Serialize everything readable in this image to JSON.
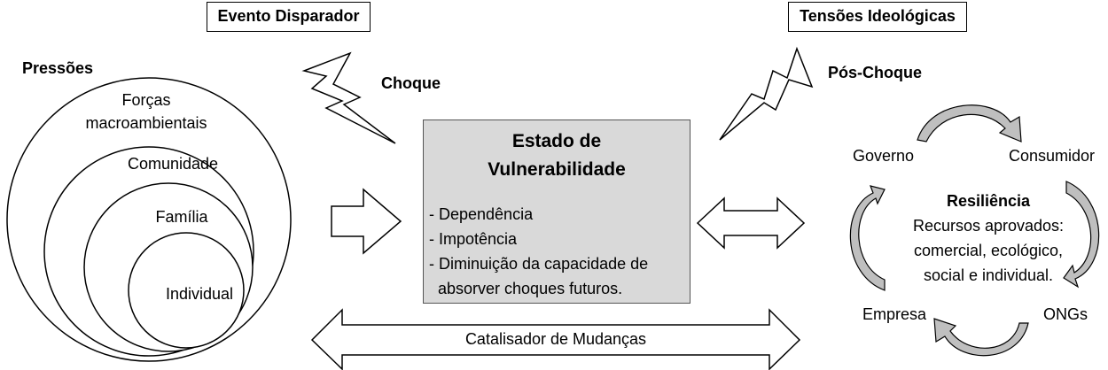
{
  "header": {
    "trigger_event": "Evento Disparador",
    "ideological_tensions": "Tensões Ideológicas"
  },
  "left": {
    "pressures": "Pressões",
    "circles": [
      {
        "label_lines": [
          "Forças",
          "macroambientais"
        ]
      },
      {
        "label_lines": [
          "Comunidade"
        ]
      },
      {
        "label_lines": [
          "Família"
        ]
      },
      {
        "label_lines": [
          "Individual"
        ]
      }
    ]
  },
  "shock": "Choque",
  "post_shock": "Pós-Choque",
  "state": {
    "title_lines": [
      "Estado de",
      "Vulnerabilidade"
    ],
    "items": [
      "- Dependência",
      "- Impotência",
      "- Diminuição da capacidade de",
      "  absorver choques futuros."
    ]
  },
  "catalyst": "Catalisador de Mudanças",
  "resilience": {
    "title": "Resiliência",
    "lines": [
      "Recursos aprovados:",
      "comercial, ecológico,",
      "social e individual."
    ],
    "actors": {
      "government": "Governo",
      "consumer": "Consumidor",
      "company": "Empresa",
      "ngos": "ONGs"
    }
  },
  "colors": {
    "box_fill": "#d9d9d9",
    "arrow_fill": "#ffffff",
    "curved_arrow_fill": "#bfbfbf",
    "stroke": "#000000"
  }
}
